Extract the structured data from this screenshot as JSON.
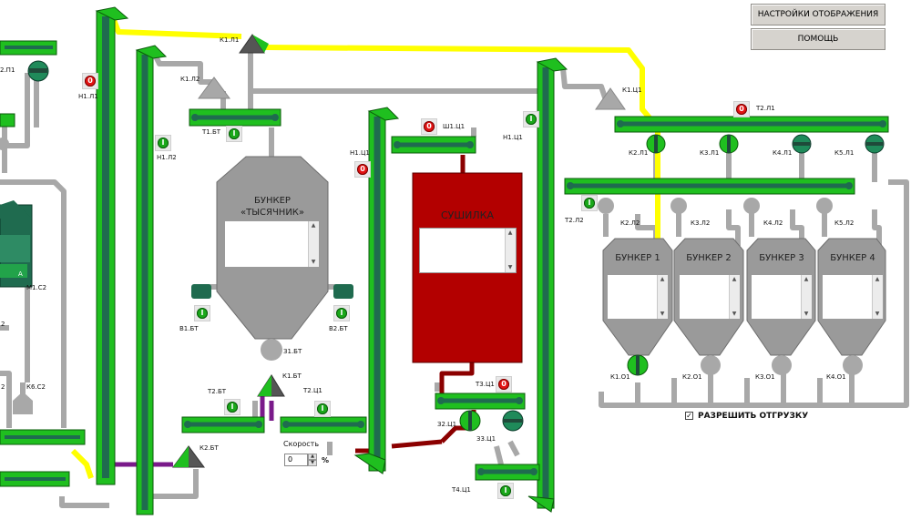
{
  "buttons": {
    "display_settings": "НАСТРОЙКИ ОТОБРАЖЕНИЯ",
    "help": "ПОМОЩЬ"
  },
  "vessels": {
    "tysyachnik_line1": "БУНКЕР",
    "tysyachnik_line2": "«ТЫСЯЧНИК»",
    "dryer": "СУШИЛКА",
    "bunker1": "БУНКЕР  1",
    "bunker2": "БУНКЕР  2",
    "bunker3": "БУНКЕР  3",
    "bunker4": "БУНКЕР  4",
    "left_vessel": "А"
  },
  "labels": {
    "n1l1": "Н1.Л1",
    "n1l2": "Н1.Л2",
    "k1l1": "К1.Л1",
    "k1l2": "К1.Л2",
    "t1bt": "Т1.БТ",
    "v1bt": "В1.БТ",
    "v2bt": "В2.БТ",
    "z1bt": "З1.БТ",
    "k1bt": "К1.БТ",
    "t2bt": "Т2.БТ",
    "k2bt": "К2.БТ",
    "t2c1": "Т2.Ц1",
    "n1c1_left": "Н1.Ц1",
    "sh1c1": "Ш1.Ц1",
    "n1c1_right": "Н1.Ц1",
    "t3c1": "Т3.Ц1",
    "z2c1": "З2.Ц1",
    "z3c1": "З3.Ц1",
    "t4c1": "Т4.Ц1",
    "k1c1": "К1.Ц1",
    "t2l1": "Т2.Л1",
    "k2l1": "К2.Л1",
    "k3l1": "К3.Л1",
    "k4l1": "К4.Л1",
    "k5l1": "К5.Л1",
    "t2l2": "Т2.Л2",
    "k2l2": "К2.Л2",
    "k3l2": "К3.Л2",
    "k4l2": "К4.Л2",
    "k5l2": "К5.Л2",
    "k1o1": "К1.О1",
    "k2o1": "К2.О1",
    "k3o1": "К3.О1",
    "k4o1": "К4.О1",
    "m1c2": "М1.С2",
    "k6c2": "К6.С2",
    "p1_partial": "2.П1",
    "left_2a": "2",
    "left_2b": "2"
  },
  "indicator_text": {
    "on": "I",
    "off": "0"
  },
  "indicators": [
    {
      "id": "n1l1",
      "state": "off"
    },
    {
      "id": "n1l2",
      "state": "on"
    },
    {
      "id": "t1bt",
      "state": "on"
    },
    {
      "id": "v1bt",
      "state": "on"
    },
    {
      "id": "v2bt",
      "state": "on"
    },
    {
      "id": "t2bt",
      "state": "on"
    },
    {
      "id": "t2c1",
      "state": "on"
    },
    {
      "id": "n1c1_left",
      "state": "off"
    },
    {
      "id": "sh1c1",
      "state": "off"
    },
    {
      "id": "n1c1_right",
      "state": "on"
    },
    {
      "id": "t3c1",
      "state": "off"
    },
    {
      "id": "t4c1",
      "state": "on"
    },
    {
      "id": "t2l1",
      "state": "off"
    },
    {
      "id": "t2l2",
      "state": "on"
    }
  ],
  "speed": {
    "label": "Скорость",
    "value": "0",
    "unit": "%"
  },
  "unload": {
    "label": "РАЗРЕШИТЬ ОТГРУЗКУ",
    "checked": true,
    "mark": "✓"
  },
  "colors": {
    "conveyor_green": "#1fbf1f",
    "dark_green": "#1f6b4f",
    "pipe_gray": "#a8a8a8",
    "bunker_gray": "#9a9a9a",
    "dryer_red": "#b30000",
    "flow_yellow": "#ffff00",
    "flow_purple": "#7a1a8a",
    "flow_darkred": "#8b0000"
  }
}
